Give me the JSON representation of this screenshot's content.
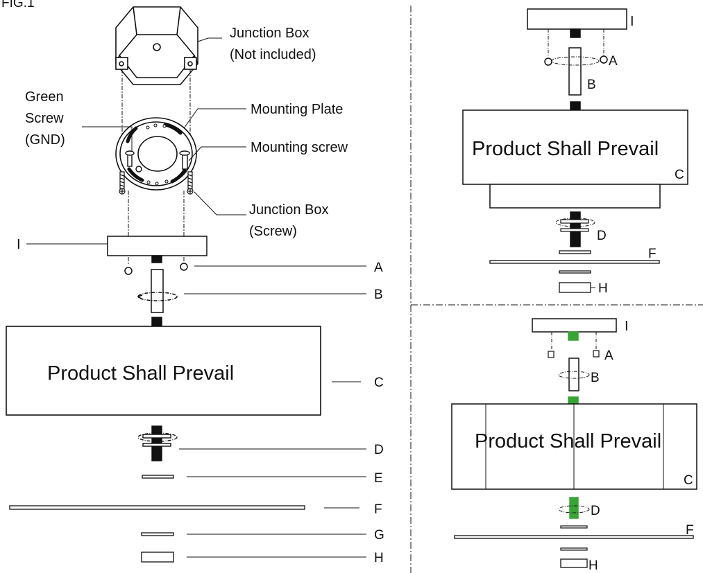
{
  "figure_label": "FIG.1",
  "callouts": {
    "junction_box": "Junction Box",
    "not_included": "(Not included)",
    "green": "Green",
    "screw": "Screw",
    "gnd": "(GND)",
    "mounting_plate": "Mounting Plate",
    "mounting_screw": "Mounting screw",
    "jb_screw_line1": "Junction Box",
    "jb_screw_line2": "(Screw)"
  },
  "parts": {
    "I": "I",
    "A": "A",
    "B": "B",
    "C": "C",
    "D": "D",
    "E": "E",
    "F": "F",
    "G": "G",
    "H": "H"
  },
  "product_text": "Product Shall Prevail",
  "colors": {
    "line": "#111111",
    "green_part": "#3aa335",
    "background": "#ffffff"
  }
}
